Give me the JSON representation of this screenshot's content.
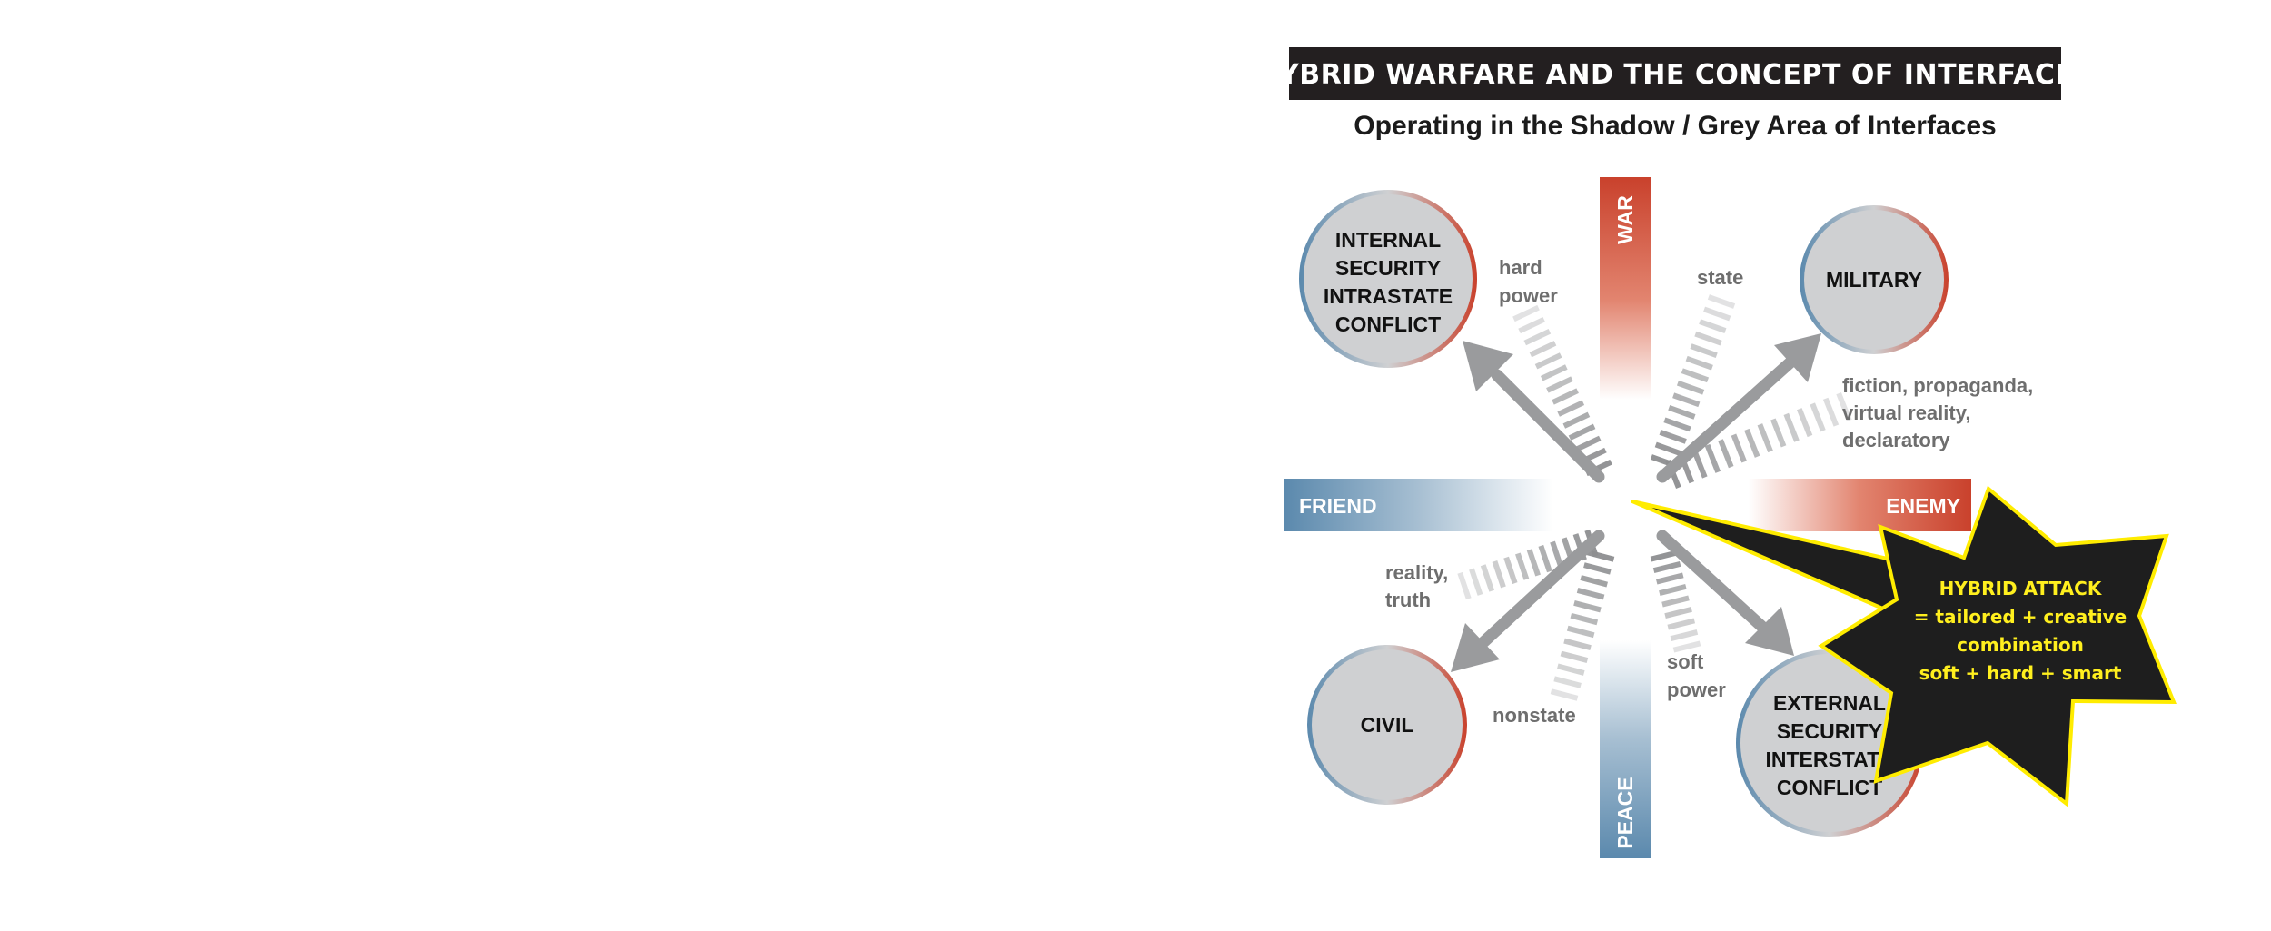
{
  "header": {
    "title": "HYBRID WARFARE AND THE CONCEPT OF INTERFACES",
    "subtitle": "Operating in the Shadow / Grey Area of Interfaces"
  },
  "axes": {
    "top": "WAR",
    "bottom": "PEACE",
    "left": "FRIEND",
    "right": "ENEMY"
  },
  "circles": {
    "internal": [
      "INTERNAL",
      "SECURITY",
      "INTRASTATE",
      "CONFLICT"
    ],
    "military": [
      "MILITARY"
    ],
    "civil": [
      "CIVIL"
    ],
    "external": [
      "EXTERNAL",
      "SECURITY",
      "INTERSTATE",
      "CONFLICT"
    ]
  },
  "labels": {
    "hard_power": [
      "hard",
      "power"
    ],
    "state": [
      "state"
    ],
    "fiction": [
      "fiction, propaganda,",
      "virtual reality,",
      "declaratory"
    ],
    "reality": [
      "reality,",
      "truth"
    ],
    "nonstate": [
      "nonstate"
    ],
    "soft_power": [
      "soft",
      "power"
    ]
  },
  "attack": {
    "lines": [
      "HYBRID ATTACK",
      "= tailored + creative",
      "combination",
      "soft + hard + smart"
    ]
  },
  "colors": {
    "header_bg": "#231f20",
    "war_red": "#c9412c",
    "friend_blue": "#5b89ad",
    "circle_fill": "#cfd0d2",
    "arrow_grey": "#9a9b9d",
    "star_fill": "#1e1e1e",
    "star_outline": "#ffec00",
    "attack_text": "#ffef1e"
  }
}
